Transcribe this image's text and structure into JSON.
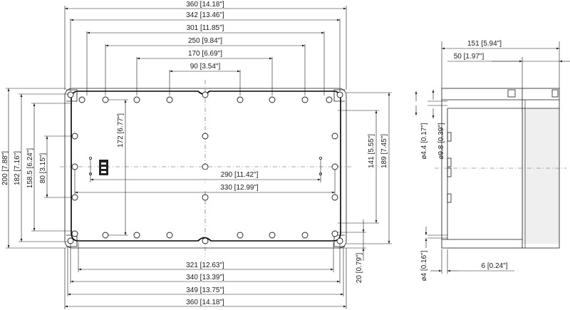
{
  "front_view": {
    "horizontal_dims": [
      "360 [14.18\"]",
      "342 [13.46\"]",
      "301 [11.85\"]",
      "250 [9.84\"]",
      "170 [6.69\"]",
      "90 [3.54\"]",
      "290 [11.42\"]",
      "330 [12.99\"]",
      "321 [12.63\"]",
      "340 [13.39\"]",
      "349 [13.75\"]",
      "360 [14.18\"]"
    ],
    "vertical_dims": [
      "200 [7.88\"]",
      "182 [7.16\"]",
      "158.5 [6.24\"]",
      "80 [3.15\"]",
      "172 [6.77\"]",
      "141 [5.55\"]",
      "189 [7.45\"]",
      "20 [0.79\"]"
    ]
  },
  "side_view": {
    "dims": [
      "151 [5.94\"]",
      "50 [1.97\"]",
      "ø4.4 [0.17\"]",
      "ø9.8 [0.39\"]",
      "ø4 [0.16\"]",
      "6 [0.24\"]"
    ]
  }
}
